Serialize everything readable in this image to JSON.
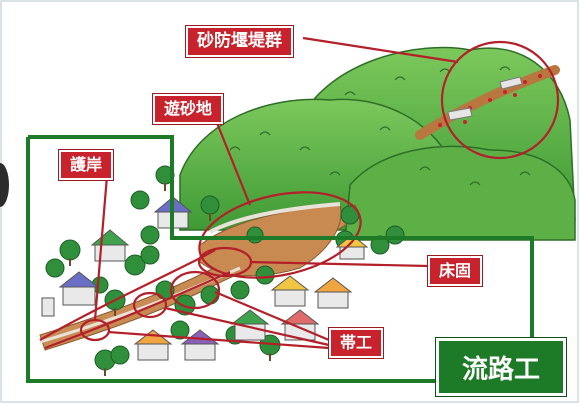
{
  "labels": {
    "sabo_dam": "砂防堰堤群",
    "sediment_basin": "遊砂地",
    "revetment": "護岸",
    "bed_girdle": "床固",
    "belt_work": "帯工",
    "stream_work": "流路工"
  },
  "colors": {
    "label_red": "#c8232c",
    "frame_green": "#1d7a26",
    "mountain_green": "#5cb046",
    "river_brown": "#c98a52",
    "callout_red": "#b3202a"
  }
}
